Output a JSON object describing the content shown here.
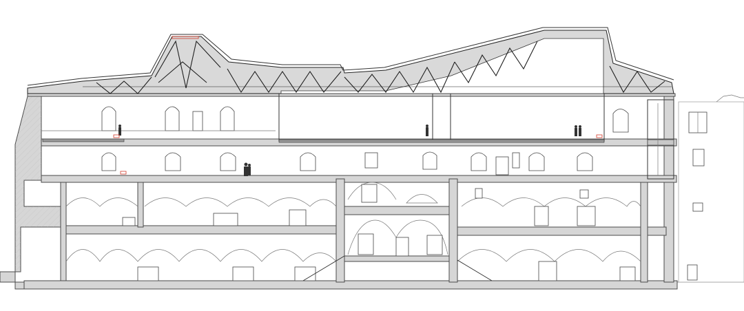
{
  "drawing": {
    "kind": "architectural-longitudinal-section",
    "colors": {
      "cut_fill": "#d6d6d6",
      "glass_fill": "#d9d9d9",
      "line": "#333333",
      "marker_red": "#d23a2a",
      "background": "#ffffff"
    },
    "levels": [
      "roof-truss-hall",
      "upper-floor-arcade",
      "vaulted-ground-floor",
      "vaulted-basement"
    ],
    "labels": {
      "level_marker_upper": "",
      "level_marker_arcade": ""
    }
  }
}
